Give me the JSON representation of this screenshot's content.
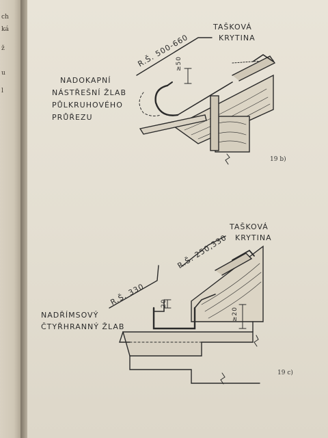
{
  "left_page_fragments": [
    "ch",
    "ká",
    "ž",
    "u",
    "l"
  ],
  "figure_b": {
    "label_top_right_1": "TAŠKOVÁ",
    "label_top_right_2": "KRYTINA",
    "dimension_rs": "R.Š. 500-660",
    "dimension_50": "≥50",
    "gutter_name_1": "NADOKAPNÍ",
    "gutter_name_2": "NÁSTŘEŠNÍ ŽLAB",
    "gutter_name_3": "PŮLKRUHOVÉHO",
    "gutter_name_4": "PRŮŘEZU",
    "caption": "19 b)"
  },
  "figure_c": {
    "label_top_right_1": "TAŠKOVÁ",
    "label_top_right_2": "KRYTINA",
    "dimension_rs_1": "R.Š. 250,330",
    "dimension_rs_2": "R.Š. 330",
    "dimension_20_a": "20",
    "dimension_20_b": "≥20",
    "gutter_name_1": "NADŘÍMSOVÝ",
    "gutter_name_2": "ČTYŘHRANNÝ ŽLAB",
    "caption": "19 c)"
  }
}
